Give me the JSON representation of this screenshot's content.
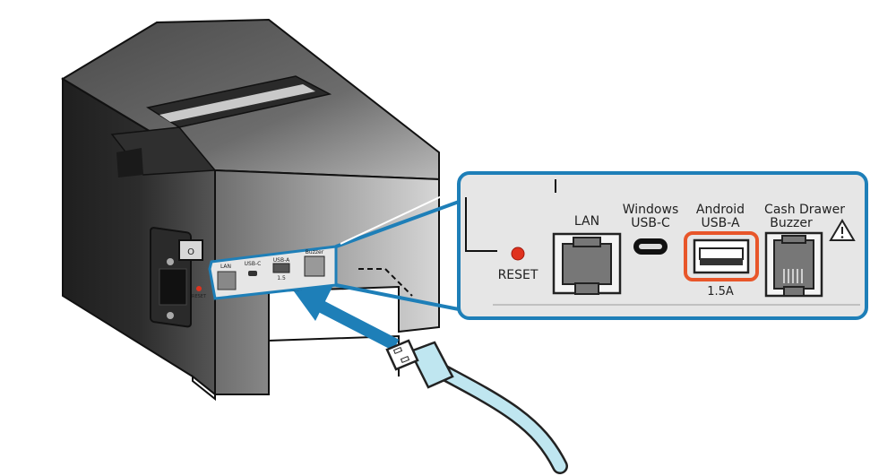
{
  "panel": {
    "reset_label": "RESET",
    "lan_label": "LAN",
    "usbc_line1": "Windows",
    "usbc_line2": "USB-C",
    "usba_line1": "Android",
    "usba_line2": "USB-A",
    "usba_current": "1.5A",
    "drawer_line1": "Cash Drawer",
    "drawer_line2": "Buzzer"
  },
  "printer_back": {
    "reset_label": "RESET",
    "lan_label": "LAN",
    "usbc_label": "USB-C",
    "usba_label": "USB-A",
    "usba_current": "1.5",
    "buzzer_label": "Buzzer",
    "power_switch_mark": "O"
  },
  "colors": {
    "accent_blue": "#1e7fb8",
    "highlight_orange": "#e8562a",
    "reset_red": "#e0321e",
    "cable_light_blue": "#bfe6f0",
    "printer_dark": "#3a3a3a"
  },
  "icons": {
    "warning": "warning-triangle-icon"
  }
}
